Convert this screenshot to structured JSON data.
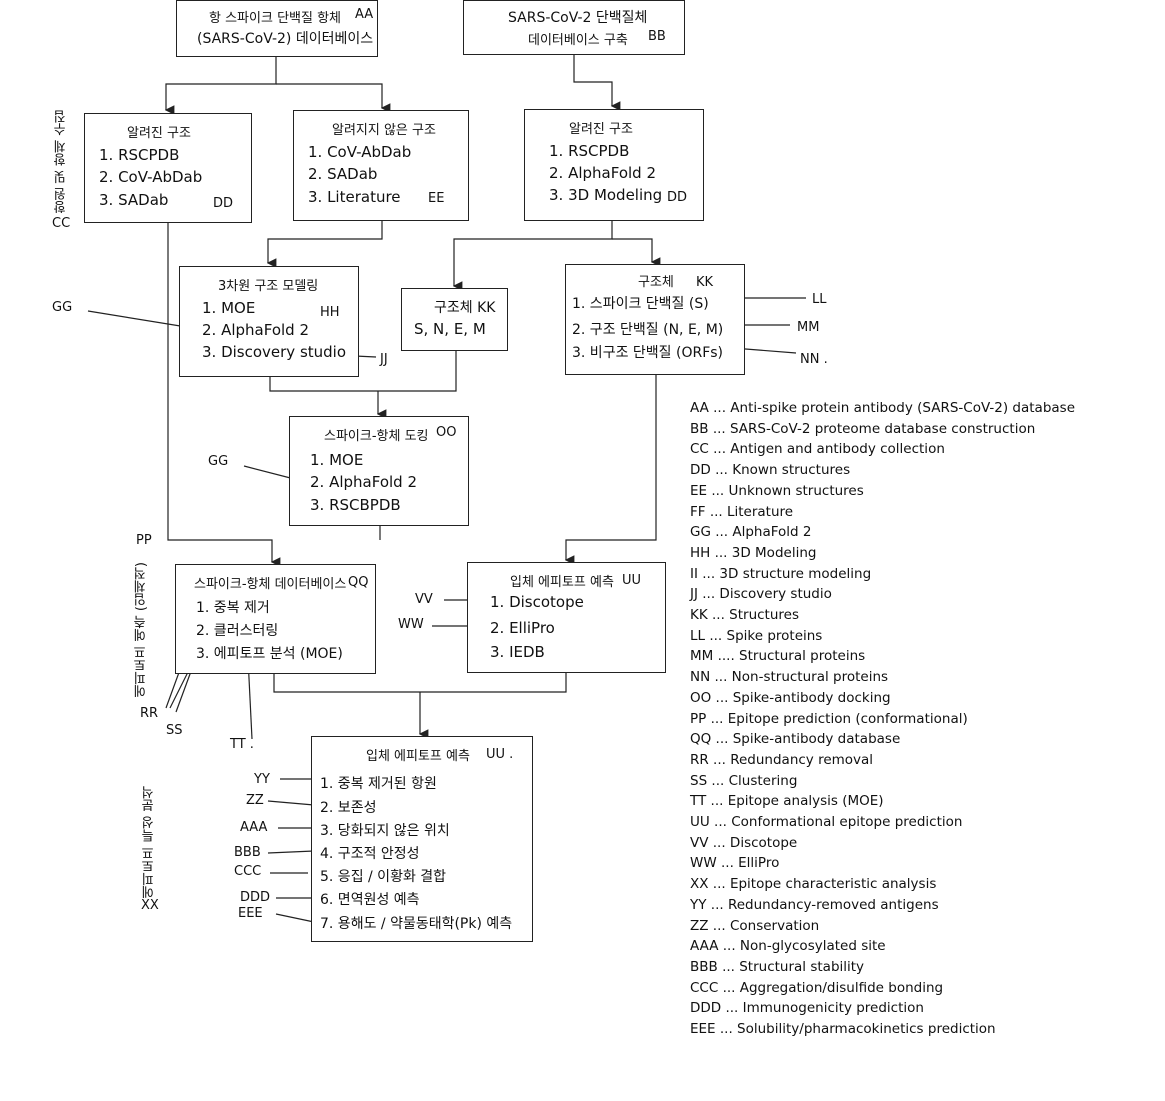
{
  "boxes": {
    "top_left": {
      "line1": "항 스파이크 단백질 항체",
      "tag1": "AA",
      "line2": "(SARS-CoV-2) 데이터베이스"
    },
    "top_right": {
      "line1": "SARS-CoV-2 단백질체",
      "line2": "데이터베이스 구축",
      "tag": "BB"
    },
    "known1": {
      "title": "알려진 구조",
      "items": [
        "1. RSCPDB",
        "2. CoV-AbDab",
        "3. SADab"
      ],
      "tag": "DD"
    },
    "unknown": {
      "title": "알려지지 않은 구조",
      "items": [
        "1. CoV-AbDab",
        "2. SADab",
        "3. Literature"
      ],
      "tag": "EE"
    },
    "known2": {
      "title": "알려진 구조",
      "items": [
        "1. RSCPDB",
        "2. AlphaFold 2",
        "3. 3D Modeling"
      ],
      "tag": "DD"
    },
    "modeling": {
      "title": "3차원 구조 모델링",
      "items": [
        "1. MOE",
        "2. AlphaFold 2",
        "3. Discovery studio"
      ],
      "tag": "HH"
    },
    "struct_small": {
      "title": "구조체 KK",
      "items": [
        "S, N, E, M"
      ]
    },
    "struct_big": {
      "title": "구조체",
      "tag": "KK",
      "items": [
        "1. 스파이크 단백질 (S)",
        "2. 구조 단백질 (N, E, M)",
        "3. 비구조 단백질 (ORFs)"
      ]
    },
    "docking": {
      "title": "스파이크-항체 도킹",
      "tag": "OO",
      "items": [
        "1. MOE",
        "2. AlphaFold 2",
        "3. RSCBPDB"
      ]
    },
    "spike_db": {
      "title": "스파이크-항체 데이터베이스",
      "tag": "QQ",
      "items": [
        "1. 중복 제거",
        "2. 클러스터링",
        "3. 에피토프 분석 (MOE)"
      ]
    },
    "epitope_pred": {
      "title": "입체 에피토프 예측",
      "tag": "UU",
      "items": [
        "1. Discotope",
        "2. ElliPro",
        "3. IEDB"
      ]
    },
    "final": {
      "title": "입체 에피토프 예측",
      "tag": "UU .",
      "items": [
        "1. 중복 제거된 항원",
        "2. 보존성",
        "3. 당화되지 않은 위치",
        "4. 구조적 안정성",
        "5. 응집 / 이황화 결합",
        "6. 면역원성 예측",
        "7. 용해도 / 약물동태학(Pk) 예측"
      ]
    }
  },
  "external_labels": {
    "cc": "CC",
    "gg1": "GG",
    "jj": "JJ",
    "ll": "LL",
    "mm": "MM",
    "nn": "NN .",
    "gg2": "GG",
    "pp": "PP",
    "rr": "RR",
    "ss": "SS",
    "tt": "TT .",
    "vv": "VV",
    "ww": "WW",
    "yy": "YY",
    "zz": "ZZ",
    "aaa": "AAA",
    "bbb": "BBB",
    "ccc": "CCC",
    "ddd": "DDD",
    "eee": "EEE",
    "xx": "XX"
  },
  "side_labels": {
    "antigen": "항원 및 항체 수집",
    "epitope": "에피토프 예측 (입체적)",
    "character": "에피토프 특성 분석"
  },
  "legend": [
    "AA ... Anti-spike protein antibody (SARS-CoV-2) database",
    "BB ... SARS-CoV-2 proteome database construction",
    "CC ... Antigen and antibody collection",
    "DD ... Known structures",
    "EE ... Unknown structures",
    "FF ... Literature",
    "GG ... AlphaFold 2",
    "HH ... 3D Modeling",
    "II ... 3D structure modeling",
    "JJ ... Discovery studio",
    "KK ... Structures",
    "LL ... Spike proteins",
    "MM .... Structural proteins",
    "NN ... Non-structural proteins",
    "OO ... Spike-antibody docking",
    "PP ... Epitope prediction (conformational)",
    "QQ ... Spike-antibody database",
    "RR ... Redundancy removal",
    "SS ... Clustering",
    "TT ... Epitope analysis (MOE)",
    "UU ... Conformational epitope prediction",
    "VV ... Discotope",
    "WW ... ElliPro",
    "XX ... Epitope characteristic analysis",
    "YY ... Redundancy-removed antigens",
    "ZZ ... Conservation",
    "AAA ... Non-glycosylated site",
    "BBB ... Structural stability",
    "CCC ... Aggregation/disulfide bonding",
    "DDD ... Immunogenicity prediction",
    "EEE ... Solubility/pharmacokinetics prediction"
  ]
}
